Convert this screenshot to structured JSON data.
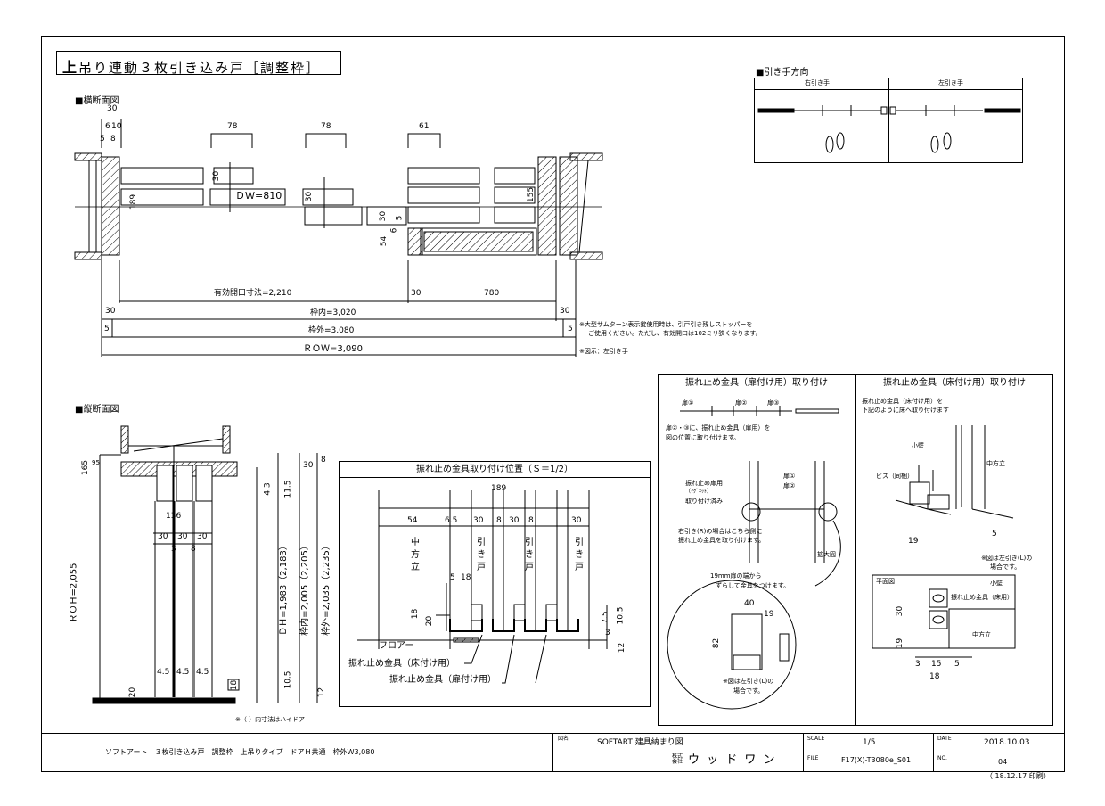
{
  "title": {
    "bold": "上",
    "rest": "吊り連動３枚引き込み戸［調整枠］"
  },
  "plan": {
    "heading": "■横断面図",
    "dims_top": [
      "30",
      "6",
      "10",
      "5",
      "8",
      "78",
      "78",
      "61"
    ],
    "dw": "ＤＷ=810",
    "d189": "189",
    "d30a": "30",
    "d30b": "30",
    "d155": "155",
    "d30c": "30",
    "d6": "6",
    "d5": "5",
    "d54": "54",
    "effective": "有効開口寸法=2,210",
    "d30_780a": "30",
    "d780": "780",
    "d30l": "30",
    "wakuuchi": "枠内=3,020",
    "d30r": "30",
    "d5l": "5",
    "wakusoto": "枠外=3,080",
    "d5r": "5",
    "row": "ＲＯＷ=3,090",
    "note1": "※大型サムターン表示錠使用時は、引戸引き残しストッパーを",
    "note2": "ご使用ください。ただし、有効開口は102ミリ狭くなります。",
    "note3": "※図示：左引き手"
  },
  "handle": {
    "heading": "■引き手方向",
    "right": "右引き手",
    "left": "左引き手"
  },
  "section": {
    "heading": "■縦断面図",
    "d165": "165",
    "d95": "95",
    "d136": "136",
    "d30s": [
      "30",
      "30",
      "30"
    ],
    "d3": "3",
    "d8": "8",
    "d43": "4.3",
    "d115": "11.5",
    "d30t": "30",
    "d8t": "8",
    "roh": "ＲＯＨ=2,055",
    "dh": "ＤＨ=1,983（2,183）",
    "uchi": "枠内=2,005（2,205）",
    "soto": "枠外=2,035（2,235）",
    "d45": [
      "4.5",
      "4.5",
      "4.5"
    ],
    "d20": "20",
    "d18": "18",
    "d105": "10.5",
    "d12": "12",
    "note": "※（ ）内寸法はハイドア"
  },
  "pos": {
    "head": "振れ止め金具取り付け位置（Ｓ＝1/2）",
    "d189": "189",
    "dims": [
      "54",
      "6.5",
      "30",
      "8",
      "30",
      "8",
      "30"
    ],
    "nakahoudate": [
      "中",
      "方",
      "立"
    ],
    "hikido": [
      "引",
      "き",
      "戸"
    ],
    "d5": "5",
    "d18a": "18",
    "d18b": "18",
    "d20": "20",
    "d75": "7.5",
    "d105": "10.5",
    "d3": "3",
    "d12": "12",
    "floor": "フロアー",
    "floor_fitting": "振れ止め金具（床付け用）",
    "door_fitting": "振れ止め金具（扉付け用）"
  },
  "doorfit": {
    "head": "振れ止め金具（扉付け用）取り付け",
    "door1": "扉①",
    "door2": "扉②",
    "door3": "扉③",
    "t1": "扉②・③に、振れ止め金具（扉用）を",
    "t2": "図の位置に取り付けます。",
    "l1": "振れ止め扉用",
    "l2": "（ﾏｸﾞﾈｯﾄ）",
    "l3": "取り付け済み",
    "r1": "扉①",
    "r2": "扉②",
    "n1": "右引き(R)の場合はこちら側に",
    "n2": "振れ止め金具を取り付けます。",
    "zoom": "拡大図",
    "c1": "19mm扉の端から",
    "c2": "ずらして金具をつけます。",
    "d40": "40",
    "d19": "19",
    "d82": "82",
    "c3": "※図は左引き(L)の",
    "c4": "場合です。"
  },
  "floorfit": {
    "head": "振れ止め金具（床付け用）取り付け",
    "t1": "振れ止め金具（床付け用）を",
    "t2": "下記のように床へ取り付けます",
    "kokabe": "小壁",
    "bis": "ビス（同梱）",
    "naka": "中方立",
    "d19": "19",
    "d5": "5",
    "n1": "※図は左引き(L)の",
    "n2": "場合です。",
    "plan": "平面図",
    "kokabe2": "小壁",
    "fitting": "振れ止め金具（床用）",
    "d30": "30",
    "d19b": "19",
    "naka2": "中方立",
    "d3": "3",
    "d15": "15",
    "d5b": "5",
    "d18": "18"
  },
  "titleblock": {
    "desc": "ソフトアート　３枚引き込み戸　調整枠　上吊りタイプ　ドアＨ共通　枠外Ｗ3,080",
    "meisho_lbl": "図名",
    "meisho": "SOFTART 建具納まり図",
    "kaisha_lbl": "株式 会社",
    "kaisha": "ウ ッ ド ワ ン",
    "scale_lbl": "SCALE",
    "scale": "1/5",
    "file_lbl": "FILE",
    "file": "F17(X)-T3080e_S01",
    "date_lbl": "DATE",
    "date": "2018.10.03",
    "no_lbl": "NO.",
    "no": "04",
    "printed": "（ 18.12.17 印刷）"
  }
}
